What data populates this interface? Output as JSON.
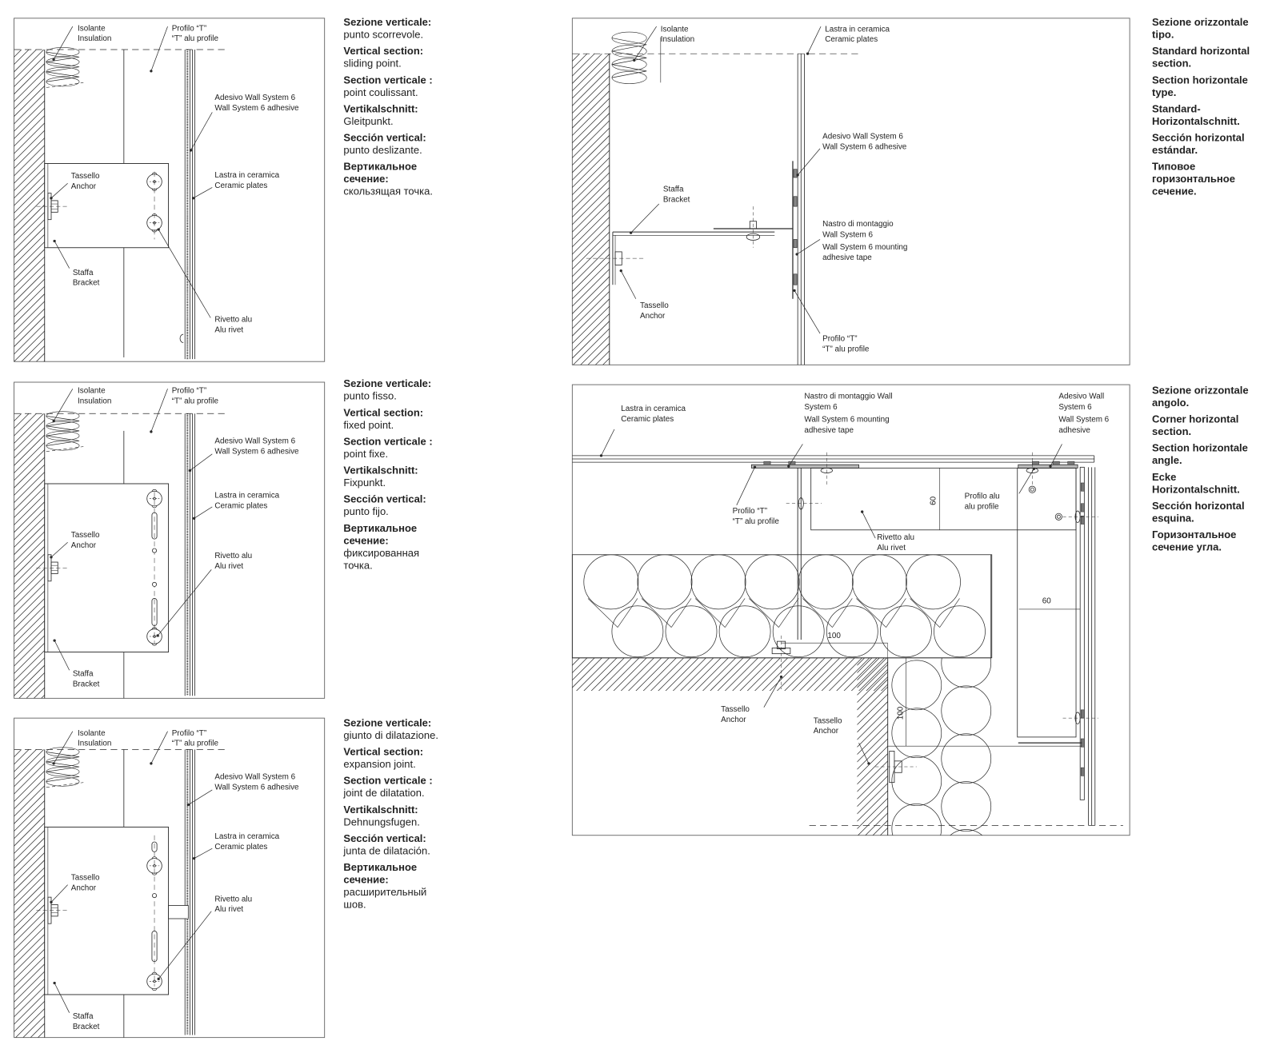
{
  "panels": [
    {
      "id": "vertical-sliding-point",
      "caption": [
        {
          "bold": [
            "Sezione verticale:"
          ],
          "normal": [
            "punto scorrevole."
          ]
        },
        {
          "bold": [
            "Vertical section:"
          ],
          "normal": [
            "sliding point."
          ]
        },
        {
          "bold": [
            "Section verticale :"
          ],
          "normal": [
            "point coulissant."
          ]
        },
        {
          "bold": [
            "Vertikalschnitt:"
          ],
          "normal": [
            "Gleitpunkt."
          ]
        },
        {
          "bold": [
            "Sección vertical:"
          ],
          "normal": [
            "punto deslizante."
          ]
        },
        {
          "bold": [
            "Вертикальное",
            "сечение:"
          ],
          "normal": [
            "скользящая точка."
          ]
        }
      ],
      "labels": [
        {
          "lines": [
            "Isolante",
            "Insulation"
          ]
        },
        {
          "lines": [
            "Profilo “T”",
            "“T” alu profile"
          ]
        },
        {
          "lines": [
            "Adesivo Wall System 6",
            "Wall System 6 adhesive"
          ]
        },
        {
          "lines": [
            "Lastra in ceramica",
            "Ceramic plates"
          ]
        },
        {
          "lines": [
            "Tassello",
            "Anchor"
          ]
        },
        {
          "lines": [
            "Staffa",
            "Bracket"
          ]
        },
        {
          "lines": [
            "Rivetto alu",
            "Alu rivet"
          ]
        }
      ]
    },
    {
      "id": "vertical-fixed-point",
      "caption": [
        {
          "bold": [
            "Sezione verticale:"
          ],
          "normal": [
            "punto fisso."
          ]
        },
        {
          "bold": [
            "Vertical section:"
          ],
          "normal": [
            "fixed point."
          ]
        },
        {
          "bold": [
            "Section verticale :"
          ],
          "normal": [
            "point fixe."
          ]
        },
        {
          "bold": [
            "Vertikalschnitt:"
          ],
          "normal": [
            "Fixpunkt."
          ]
        },
        {
          "bold": [
            "Sección vertical:"
          ],
          "normal": [
            "punto fijo."
          ]
        },
        {
          "bold": [
            "Вертикальное",
            "сечение:"
          ],
          "normal": [
            "фиксированная",
            "точка."
          ]
        }
      ],
      "labels": [
        {
          "lines": [
            "Isolante",
            "Insulation"
          ]
        },
        {
          "lines": [
            "Profilo “T”",
            "“T” alu profile"
          ]
        },
        {
          "lines": [
            "Adesivo Wall System 6",
            "Wall System 6 adhesive"
          ]
        },
        {
          "lines": [
            "Lastra in ceramica",
            "Ceramic plates"
          ]
        },
        {
          "lines": [
            "Tassello",
            "Anchor"
          ]
        },
        {
          "lines": [
            "Staffa",
            "Bracket"
          ]
        },
        {
          "lines": [
            "Rivetto alu",
            "Alu rivet"
          ]
        }
      ]
    },
    {
      "id": "vertical-expansion-joint",
      "caption": [
        {
          "bold": [
            "Sezione verticale:"
          ],
          "normal": [
            "giunto di dilatazione."
          ]
        },
        {
          "bold": [
            "Vertical section:"
          ],
          "normal": [
            "expansion joint."
          ]
        },
        {
          "bold": [
            "Section verticale :"
          ],
          "normal": [
            "joint de dilatation."
          ]
        },
        {
          "bold": [
            "Vertikalschnitt:"
          ],
          "normal": [
            "Dehnungsfugen."
          ]
        },
        {
          "bold": [
            "Sección vertical:"
          ],
          "normal": [
            "junta de dilatación."
          ]
        },
        {
          "bold": [
            "Вертикальное",
            "сечение:"
          ],
          "normal": [
            "расширительный",
            "шов."
          ]
        }
      ],
      "labels": [
        {
          "lines": [
            "Isolante",
            "Insulation"
          ]
        },
        {
          "lines": [
            "Profilo “T”",
            "“T” alu profile"
          ]
        },
        {
          "lines": [
            "Adesivo Wall System 6",
            "Wall System 6 adhesive"
          ]
        },
        {
          "lines": [
            "Lastra in ceramica",
            "Ceramic plates"
          ]
        },
        {
          "lines": [
            "Tassello",
            "Anchor"
          ]
        },
        {
          "lines": [
            "Staffa",
            "Bracket"
          ]
        },
        {
          "lines": [
            "Rivetto alu",
            "Alu rivet"
          ]
        }
      ]
    },
    {
      "id": "horizontal-standard",
      "caption": [
        {
          "bold": [
            "Sezione orizzontale",
            "tipo."
          ],
          "normal": []
        },
        {
          "bold": [
            "Standard horizontal",
            "section."
          ],
          "normal": []
        },
        {
          "bold": [
            "Section horizontale",
            "type."
          ],
          "normal": []
        },
        {
          "bold": [
            "Standard-",
            "Horizontalschnitt."
          ],
          "normal": []
        },
        {
          "bold": [
            "Sección horizontal",
            "estándar."
          ],
          "normal": []
        },
        {
          "bold": [
            "Типовое",
            "горизонтальное",
            "сечение."
          ],
          "normal": []
        }
      ],
      "labels": [
        {
          "lines": [
            "Isolante",
            "Insulation"
          ]
        },
        {
          "lines": [
            "Lastra in ceramica",
            "Ceramic plates"
          ]
        },
        {
          "lines": [
            "Adesivo Wall System 6",
            "Wall System 6 adhesive"
          ]
        },
        {
          "lines": [
            "Staffa",
            "Bracket"
          ]
        },
        {
          "lines": [
            "Nastro di montaggio",
            "Wall System 6",
            "Wall System 6 mounting",
            "adhesive tape"
          ]
        },
        {
          "lines": [
            "Tassello",
            "Anchor"
          ]
        },
        {
          "lines": [
            "Profilo “T”",
            "“T” alu profile"
          ]
        }
      ]
    },
    {
      "id": "horizontal-corner",
      "caption": [
        {
          "bold": [
            "Sezione orizzontale",
            "angolo."
          ],
          "normal": []
        },
        {
          "bold": [
            "Corner horizontal",
            "section."
          ],
          "normal": []
        },
        {
          "bold": [
            "Section horizontale",
            "angle."
          ],
          "normal": []
        },
        {
          "bold": [
            "Ecke",
            "Horizontalschnitt."
          ],
          "normal": []
        },
        {
          "bold": [
            "Sección horizontal",
            "esquina."
          ],
          "normal": []
        },
        {
          "bold": [
            "Горизонтальное",
            "сечение угла."
          ],
          "normal": []
        }
      ],
      "labels": [
        {
          "lines": [
            "Lastra in ceramica",
            "Ceramic plates"
          ]
        },
        {
          "lines": [
            "Nastro di montaggio Wall",
            "System 6",
            "Wall System 6 mounting",
            "adhesive tape"
          ]
        },
        {
          "lines": [
            "Adesivo Wall",
            "System 6",
            "Wall System 6",
            "adhesive"
          ]
        },
        {
          "lines": [
            "Profilo “T”",
            "“T” alu profile"
          ]
        },
        {
          "lines": [
            "Rivetto alu",
            "Alu rivet"
          ]
        },
        {
          "lines": [
            "Profilo alu",
            "alu profile"
          ]
        },
        {
          "lines": [
            "Tassello",
            "Anchor"
          ]
        },
        {
          "lines": [
            "Tassello",
            "Anchor"
          ]
        }
      ],
      "dimensions": [
        "60",
        "60",
        "100",
        "100"
      ]
    }
  ],
  "colors": {
    "line": "#2a2a2a",
    "frame": "#555555",
    "text": "#222222"
  }
}
